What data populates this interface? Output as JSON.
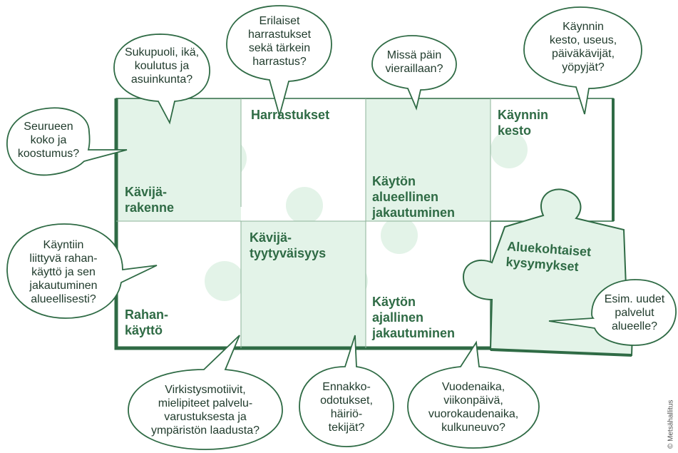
{
  "colors": {
    "piece_fill": "#e3f3e8",
    "piece_white": "#ffffff",
    "outline": "#2f6b45",
    "text": "#2f6b45"
  },
  "pieces": {
    "kavijarakenne": "Kävijä-\nrakenne",
    "harrastukset": "Harrastukset",
    "alueellinen": "Käytön\nalueellinen\njakautuminen",
    "kesto": "Käynnin\nkesto",
    "rahankaytto": "Rahan-\nkäyttö",
    "tyytyvaisyys": "Kävijä-\ntyytyväisyys",
    "ajallinen": "Käytön\najallinen\njakautuminen",
    "aluekohtaiset": "Aluekohtaiset\nkysymykset"
  },
  "bubbles": {
    "seurue": "Seurueen\nkoko ja\nkoostumus?",
    "sukupuoli": "Sukupuoli, ikä,\nkoulutus ja\nasuinkunta?",
    "harrastukset": "Erilaiset\nharrastukset\nsekä tärkein\nharrastus?",
    "vierailu": "Missä päin\nvieraillaan?",
    "kesto": "Käynnin\nkesto, useus,\npäiväkävijät,\nyöpyjät?",
    "rahankaytto": "Käyntiin\nliittyvä rahan-\nkäyttö ja sen\njakautuminen\nalueellisesti?",
    "uudet": "Esim. uudet\npalvelut\nalueelle?",
    "virkistys": "Virkistysmotiivit,\nmielipiteet palvelu-\nvarustuksesta ja\nympäristön laadusta?",
    "ennakko": "Ennakko-\nodotukset,\nhäiriö-\ntekijät?",
    "vuodenaika": "Vuodenaika,\nviikonpäivä,\nvuorokaudenaika,\nkulkuneuvo?"
  },
  "credit": "© Metsähallitus"
}
